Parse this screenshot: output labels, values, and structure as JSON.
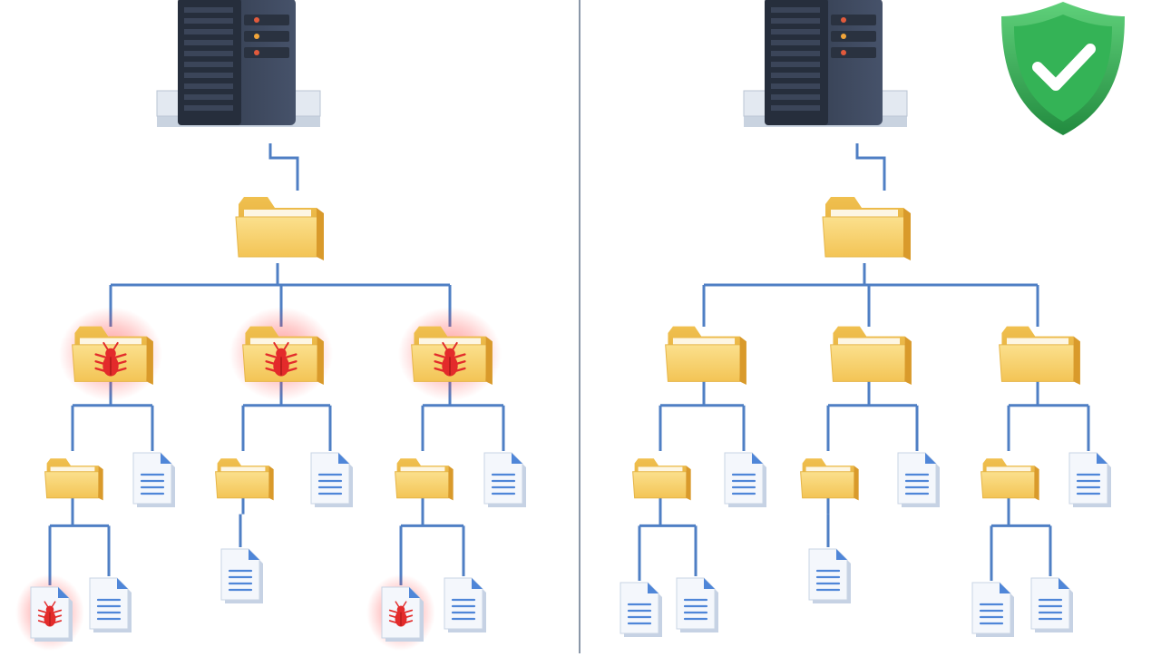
{
  "diagram": {
    "panels": [
      {
        "id": "infected",
        "root": {
          "kind": "server"
        },
        "nodes": [
          {
            "kind": "folder",
            "infected": false,
            "parent": null
          },
          {
            "kind": "folder",
            "infected": true,
            "parent": 0
          },
          {
            "kind": "folder",
            "infected": true,
            "parent": 0
          },
          {
            "kind": "folder",
            "infected": true,
            "parent": 0
          },
          {
            "kind": "folder",
            "infected": false,
            "parent": 1
          },
          {
            "kind": "file",
            "infected": false,
            "parent": 1
          },
          {
            "kind": "folder",
            "infected": false,
            "parent": 2
          },
          {
            "kind": "file",
            "infected": false,
            "parent": 2
          },
          {
            "kind": "folder",
            "infected": false,
            "parent": 3
          },
          {
            "kind": "file",
            "infected": false,
            "parent": 3
          },
          {
            "kind": "file",
            "infected": true,
            "parent": 4
          },
          {
            "kind": "file",
            "infected": false,
            "parent": 4
          },
          {
            "kind": "file",
            "infected": false,
            "parent": 6
          },
          {
            "kind": "file",
            "infected": true,
            "parent": 8
          },
          {
            "kind": "file",
            "infected": false,
            "parent": 8
          }
        ]
      },
      {
        "id": "clean",
        "root": {
          "kind": "server"
        },
        "badge": "shield-check",
        "nodes": [
          {
            "kind": "folder",
            "infected": false,
            "parent": null
          },
          {
            "kind": "folder",
            "infected": false,
            "parent": 0
          },
          {
            "kind": "folder",
            "infected": false,
            "parent": 0
          },
          {
            "kind": "folder",
            "infected": false,
            "parent": 0
          },
          {
            "kind": "folder",
            "infected": false,
            "parent": 1
          },
          {
            "kind": "file",
            "infected": false,
            "parent": 1
          },
          {
            "kind": "folder",
            "infected": false,
            "parent": 2
          },
          {
            "kind": "file",
            "infected": false,
            "parent": 2
          },
          {
            "kind": "folder",
            "infected": false,
            "parent": 3
          },
          {
            "kind": "file",
            "infected": false,
            "parent": 3
          },
          {
            "kind": "file",
            "infected": false,
            "parent": 4
          },
          {
            "kind": "file",
            "infected": false,
            "parent": 4
          },
          {
            "kind": "file",
            "infected": false,
            "parent": 6
          },
          {
            "kind": "file",
            "infected": false,
            "parent": 8
          },
          {
            "kind": "file",
            "infected": false,
            "parent": 8
          }
        ]
      }
    ],
    "colors": {
      "line": "#4f7fc4",
      "folder": "#f6cf6a",
      "folder_dark": "#e3ad3a",
      "infection": "#e32b2b",
      "shield": "#2fa84f",
      "server": "#3a4456",
      "divider": "#8a97a8"
    }
  }
}
